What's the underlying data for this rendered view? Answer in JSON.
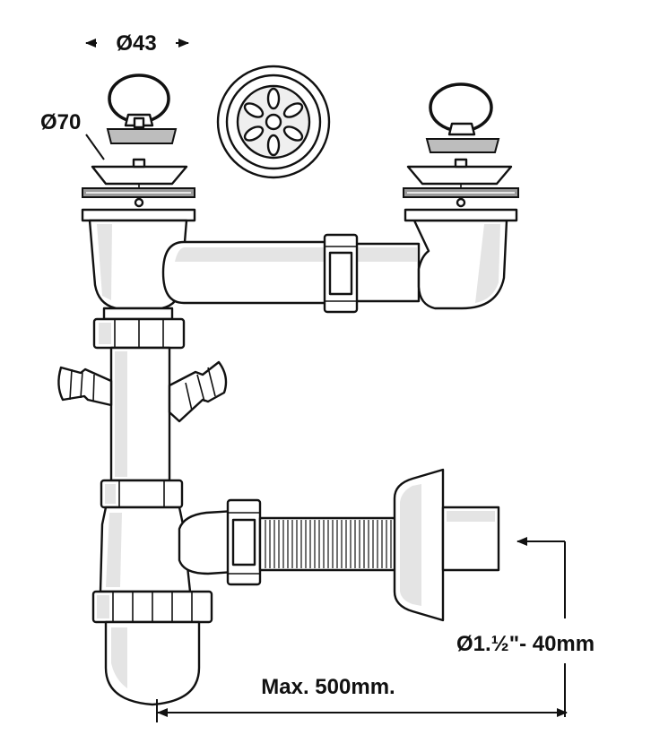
{
  "labels": {
    "strainer_diameter": "Ø43",
    "plug_diameter": "Ø70",
    "outlet_diameter": "Ø1.½\"- 40mm",
    "max_length": "Max. 500mm."
  }
}
